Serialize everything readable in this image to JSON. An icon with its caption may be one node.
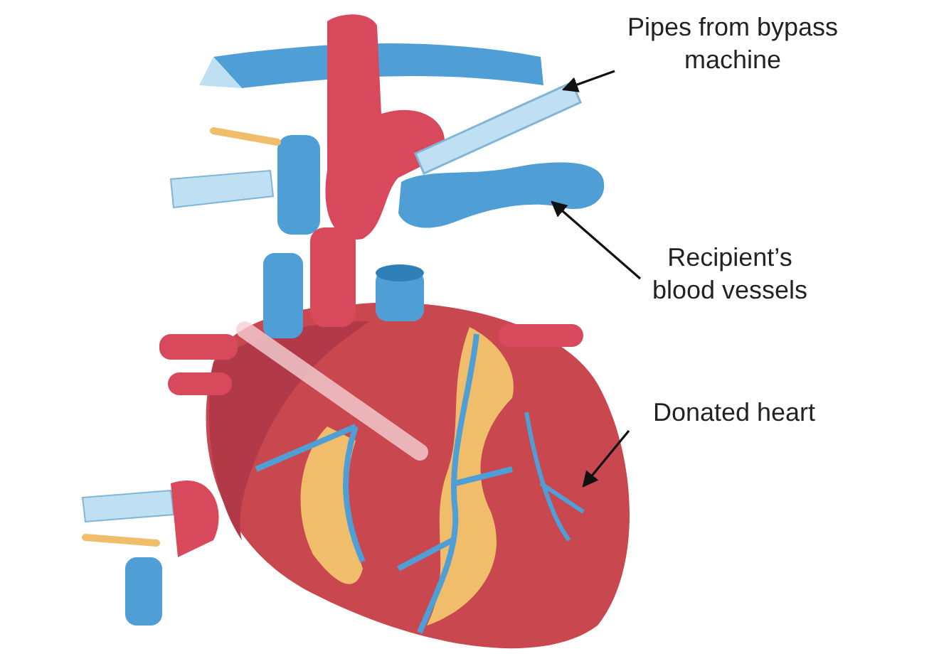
{
  "diagram": {
    "nodes": [
      {
        "text": [
          "Pipes from bypass machine"
        ]
      },
      {
        "text": [
          "Recipient’s blood vessels"
        ]
      },
      {
        "text": [
          "Donated heart"
        ]
      },
      {
        "text": [],
        "shape": "picture"
      },
      {
        "text": [],
        "shape": "picture"
      },
      {
        "text": [],
        "shape": "picture"
      }
    ],
    "edges": [
      {
        "from": 0,
        "to": 3,
        "arrow": "to"
      },
      {
        "from": 1,
        "to": 4,
        "arrow": "to"
      },
      {
        "from": 2,
        "to": 5,
        "arrow": "to"
      }
    ]
  }
}
